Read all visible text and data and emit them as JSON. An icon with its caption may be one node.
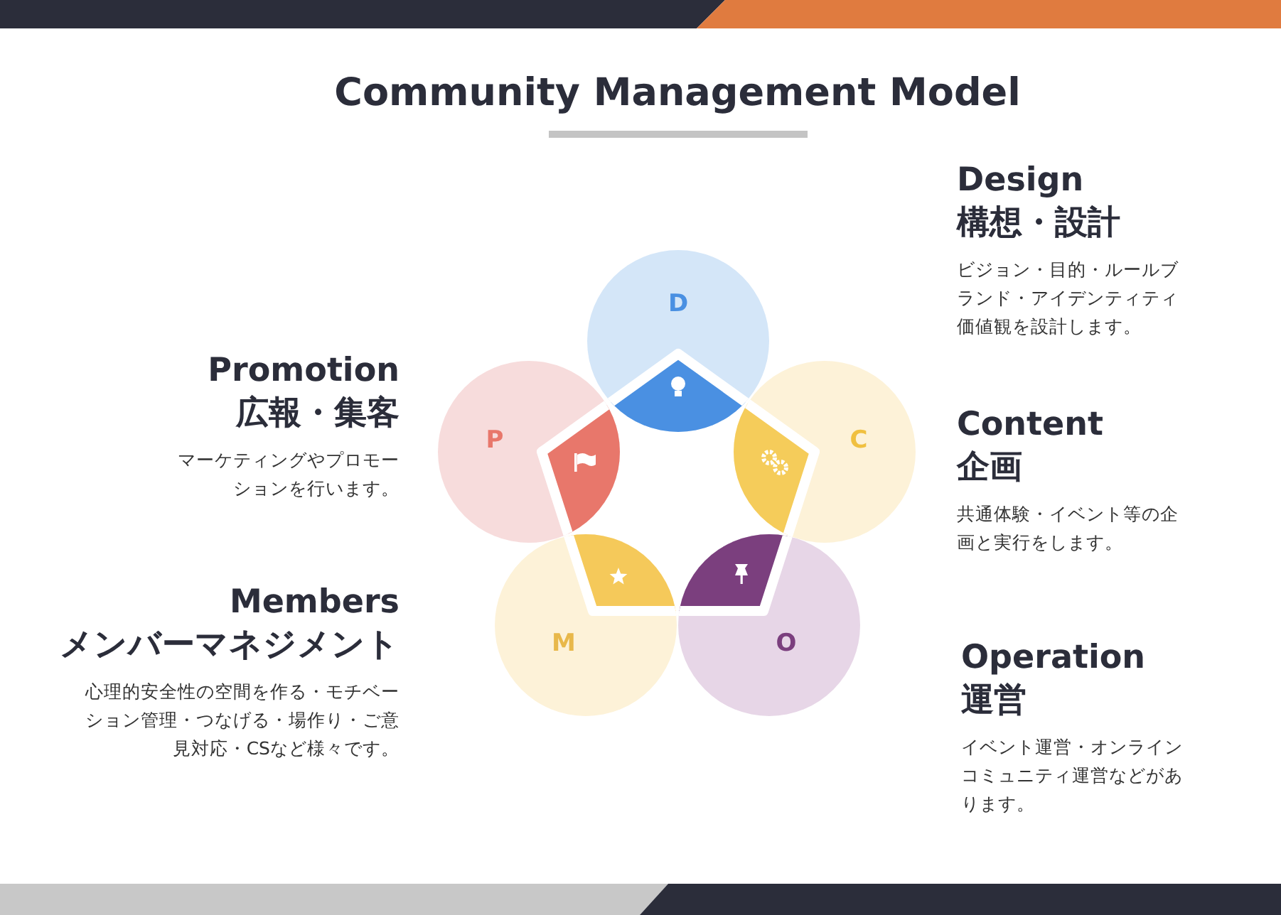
{
  "diagram": {
    "title": "Community Management Model",
    "nodes": [
      {
        "text": [
          "D"
        ],
        "beside": [
          "Design",
          "構想・設計",
          "ビジョン・目的・ルールブランド・アイデンティティ価値観を設計します。"
        ]
      },
      {
        "text": [
          "P"
        ],
        "beside": [
          "Promotion",
          "広報・集客",
          "マーケティングやプロモーションを行います。"
        ]
      },
      {
        "text": [
          "C"
        ],
        "beside": [
          "Content",
          "企画",
          "共通体験・イベント等の企画と実行をします。"
        ]
      },
      {
        "text": [
          "M"
        ],
        "beside": [
          "Members",
          "メンバーマネジメント",
          "心理的安全性の空間を作る・モチベーション管理・つなげる・場作り・ご意見対応・CSなど様々です。"
        ]
      },
      {
        "text": [
          "O"
        ],
        "beside": [
          "Operation",
          "運営",
          "イベント運営・オンラインコミュニティ運営などがあります。"
        ]
      }
    ]
  }
}
